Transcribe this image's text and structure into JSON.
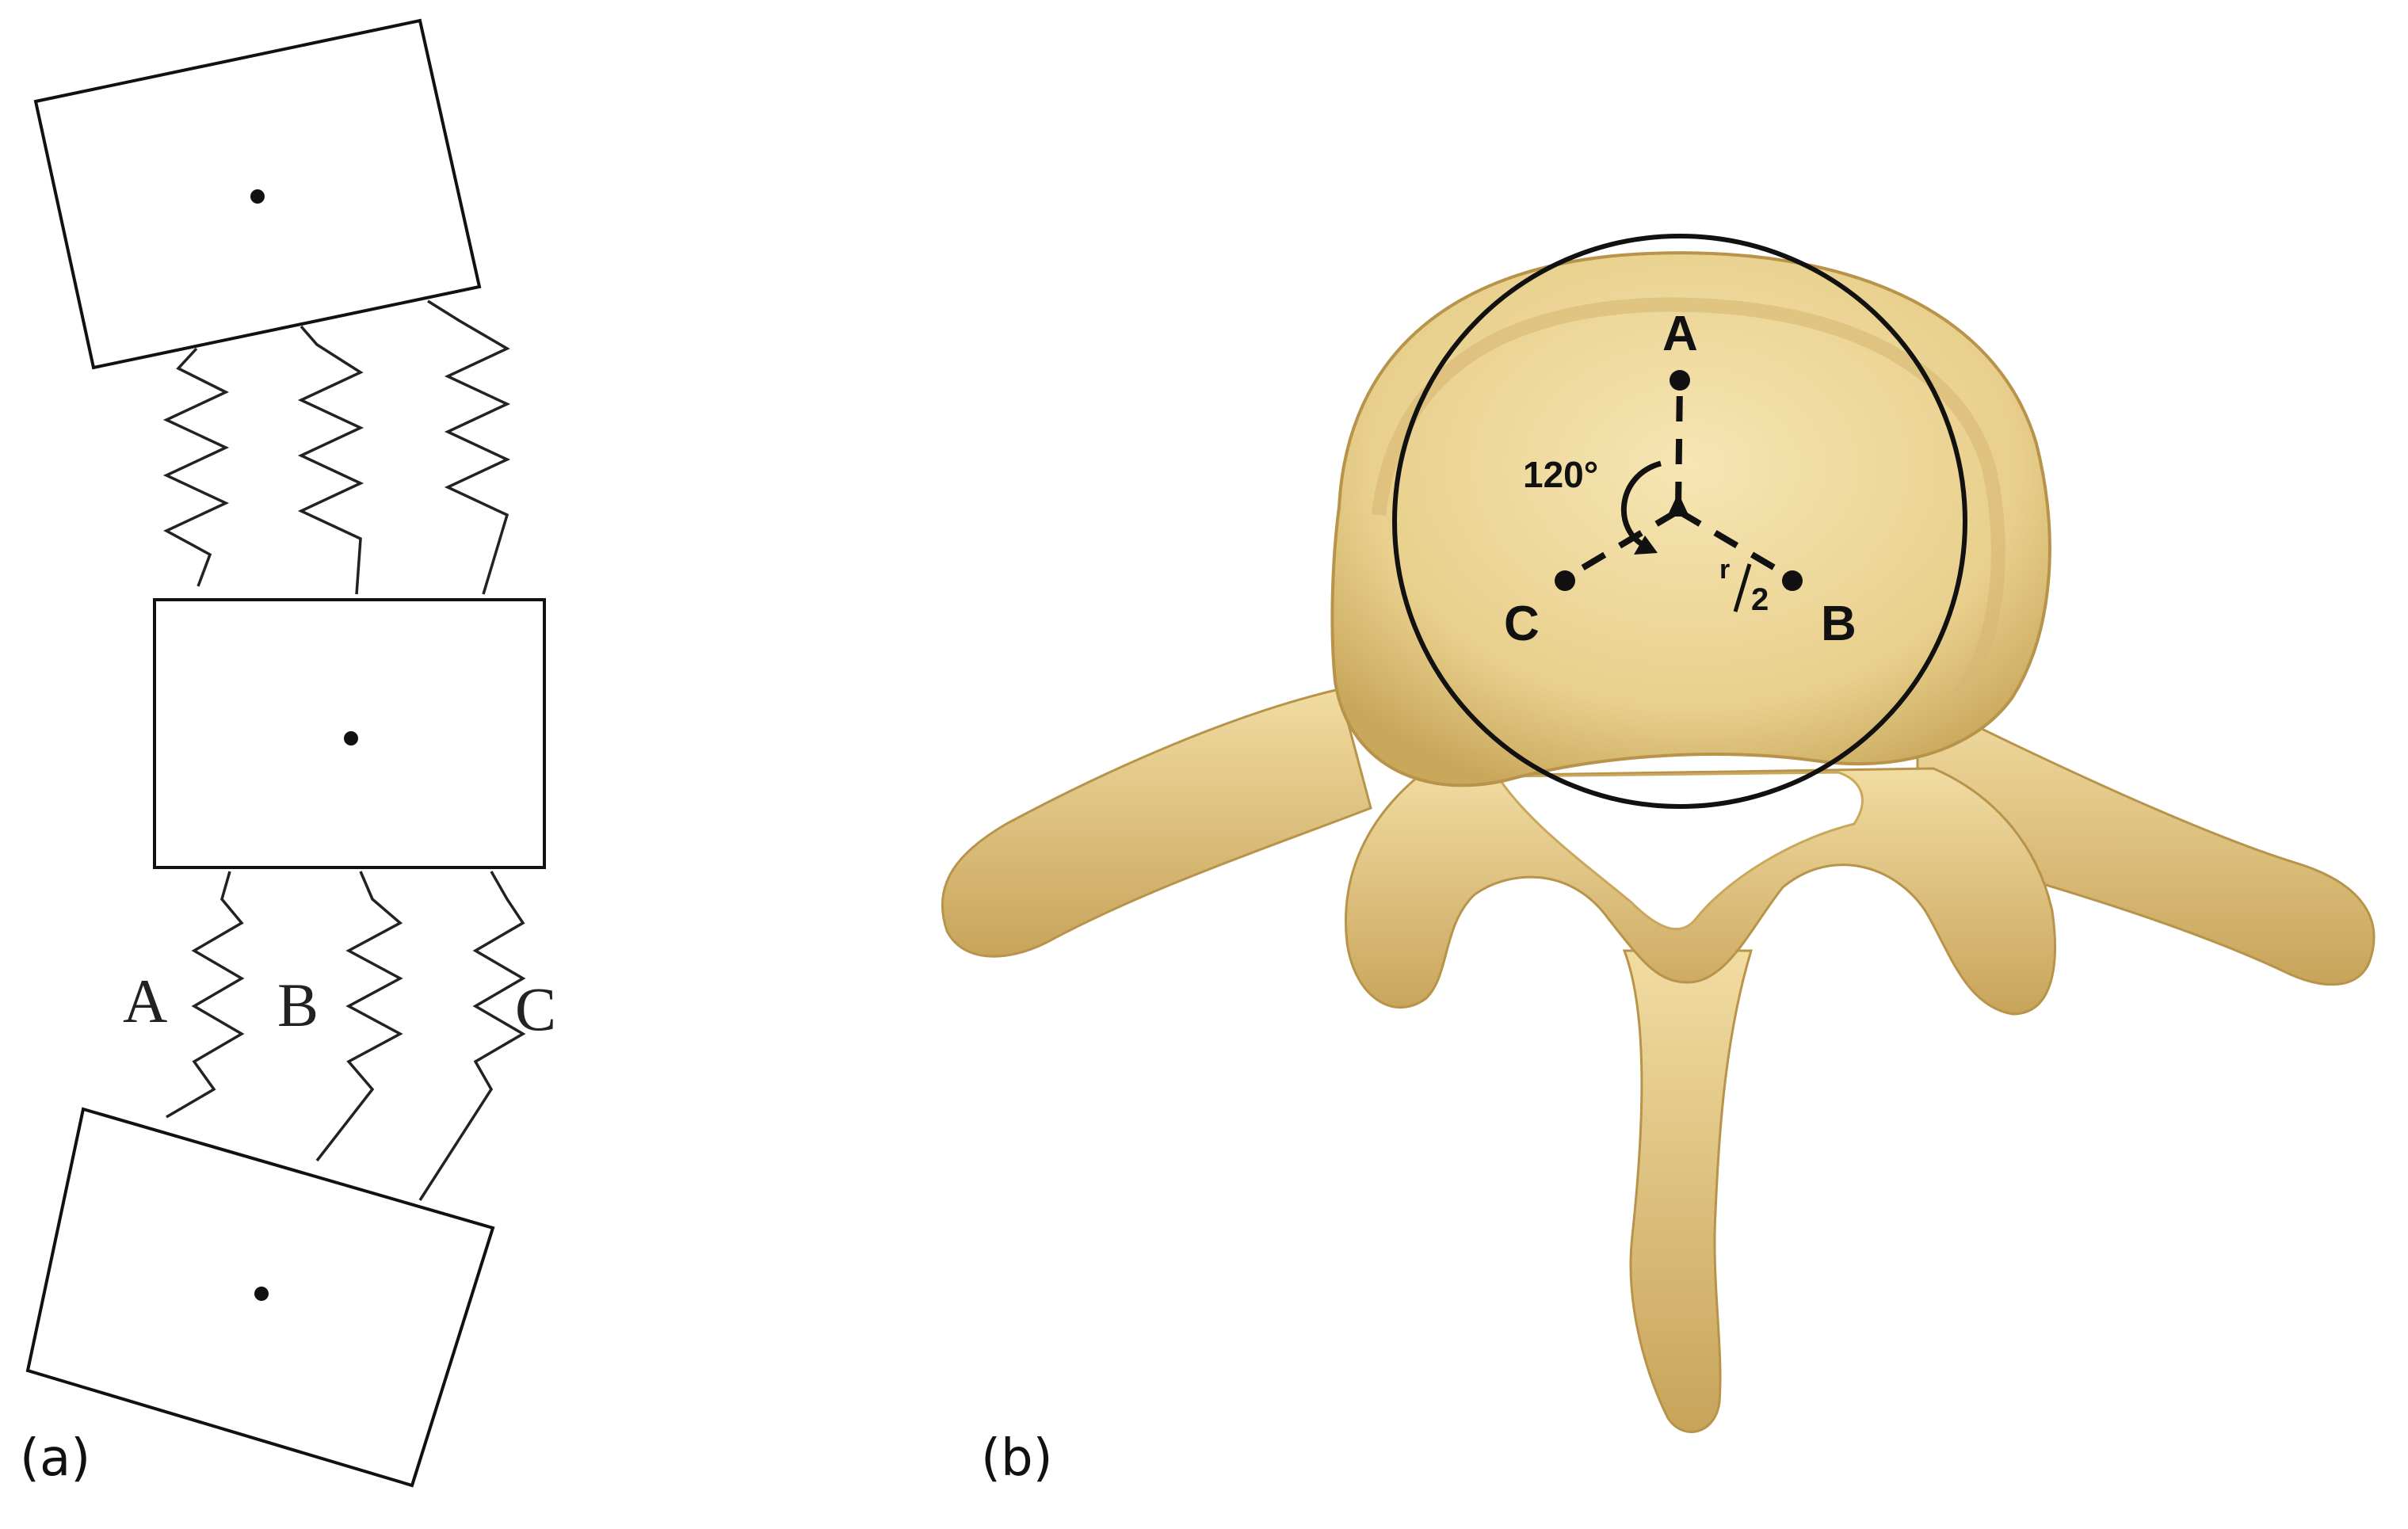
{
  "panel_a": {
    "label": "(a)",
    "springs": [
      {
        "label": "A"
      },
      {
        "label": "B"
      },
      {
        "label": "C"
      }
    ]
  },
  "panel_b": {
    "label": "(b)",
    "points": [
      {
        "label": "A"
      },
      {
        "label": "B"
      },
      {
        "label": "C"
      }
    ],
    "angle_label": "120°",
    "radius_label_num": "r",
    "radius_label_den": "2"
  },
  "colors": {
    "bone": "#e8cf8c",
    "bone_shadow": "#c9a85c",
    "bone_highlight": "#f6e6b4",
    "line": "#111111"
  }
}
